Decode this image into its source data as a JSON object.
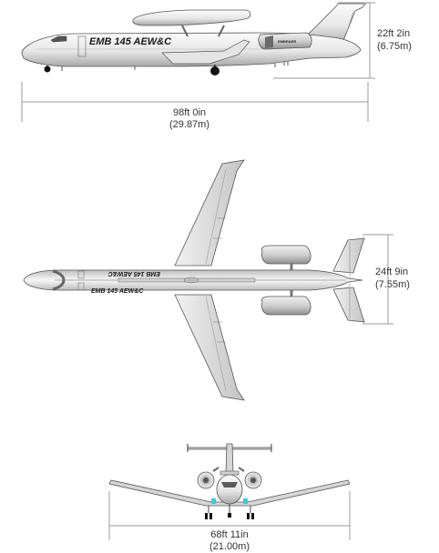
{
  "aircraft_marking": "EMB 145 AEW&C",
  "logo_text": "EMBRAER",
  "dimensions": {
    "height": {
      "imperial": "22ft 2in",
      "metric": "(6.75m)"
    },
    "length": {
      "imperial": "98ft 0in",
      "metric": "(29.87m)"
    },
    "tail_span": {
      "imperial": "24ft 9in",
      "metric": "(7.55m)"
    },
    "wingspan": {
      "imperial": "68ft 11in",
      "metric": "(21.00m)"
    }
  },
  "colors": {
    "body_light": "#f4f4f4",
    "body_mid": "#d8d8d8",
    "body_dark": "#9e9e9e",
    "outline": "#555555",
    "dimension_line": "#9a9a9a",
    "accent_cyan": "#3ec9d6"
  }
}
